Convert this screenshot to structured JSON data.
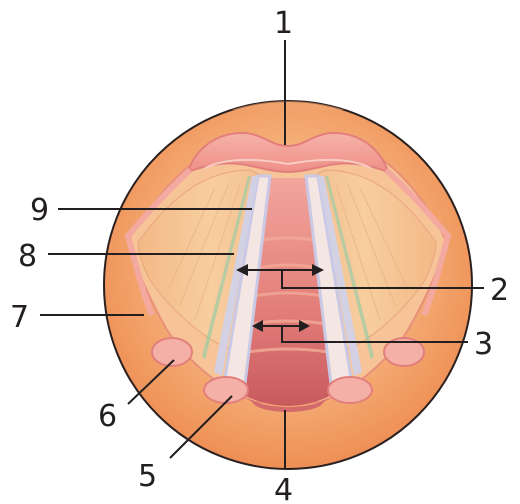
{
  "figure": {
    "subject": "vocal-folds-laryngoscopic-view",
    "colors": {
      "mucosa_outer": "#f3a06a",
      "mucosa_inner": "#f7c08f",
      "vocal_fold_pale": "#f5e3dd",
      "vocal_fold_edge": "#c8c9e6",
      "glottis_dark": "#d8696a",
      "trachea_ring": "#ef9c85",
      "epiglottis_pink": "#f6a7a0",
      "leader_line": "#231f20"
    }
  },
  "callouts": [
    {
      "id": "1",
      "label": "1"
    },
    {
      "id": "2",
      "label": "2"
    },
    {
      "id": "3",
      "label": "3"
    },
    {
      "id": "4",
      "label": "4"
    },
    {
      "id": "5",
      "label": "5"
    },
    {
      "id": "6",
      "label": "6"
    },
    {
      "id": "7",
      "label": "7"
    },
    {
      "id": "8",
      "label": "8"
    },
    {
      "id": "9",
      "label": "9"
    }
  ]
}
